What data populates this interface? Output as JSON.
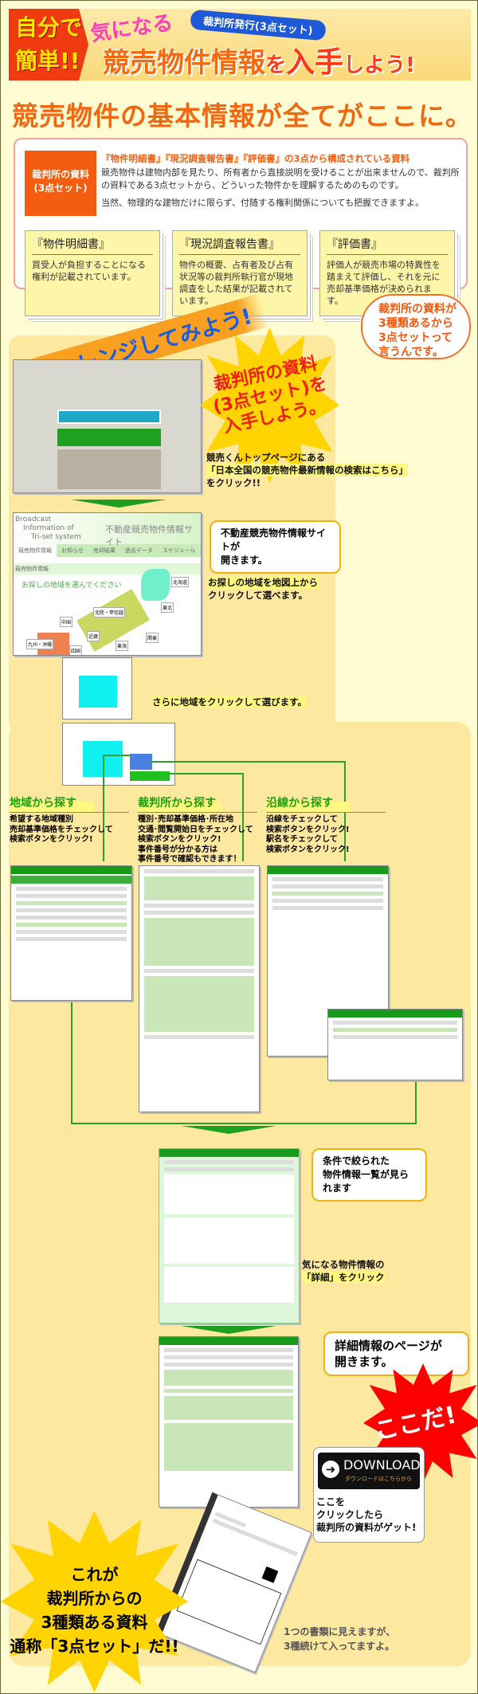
{
  "header": {
    "left_badge": [
      "自分で",
      "簡単!!"
    ],
    "kini": "気になる",
    "ribbon": "裁判所発行(3点セット)",
    "title_main": "競売物件情報",
    "title_wo": "を",
    "title_nyushu": "入手",
    "title_end": "しよう!"
  },
  "headline": "競売物件の基本情報が全てがここに。",
  "info": {
    "label": [
      "裁判所の資料",
      "(3点セット)"
    ],
    "heading": "『物件明細書』『現況調査報告書』『評価書』の3点から構成されている資料",
    "paragraphs": [
      "競売物件は建物内部を見たり、所有者から直接説明を受けることが出来ませんので、裁判所の資料である3点セットから、どういった物件かを理解するためのものです。",
      "当然、物理的な建物だけに限らず、付随する権利関係についても把握できますよ。"
    ],
    "cards": [
      {
        "title": "『物件明細書』",
        "text": "買受人が負担することになる権利が記載されています。"
      },
      {
        "title": "『現況調査報告書』",
        "text": "物件の概要、占有者及び占有状況等の裁判所執行官が現地調査をした結果が記載されています。"
      },
      {
        "title": "『評価書』",
        "text": "評価人が競売市場の特異性を踏まえて評価し、それを元に売却基準価格が決められます。"
      }
    ],
    "cloud": [
      "裁判所の資料が",
      "3種類あるから",
      "3点セットって",
      "言うんです。"
    ]
  },
  "challenge": {
    "title": "チャレンジしてみよう!",
    "burst": [
      "裁判所の資料",
      "(3点セット)を",
      "入手しよう。"
    ],
    "step1": [
      "競売くんトップページにある",
      "「日本全国の競売物件最新情報の検索はこちら」",
      "をクリック!!"
    ],
    "site_logo": [
      "Broadcast",
      "Information of",
      "Tri-set system"
    ],
    "site_title": "不動産競売物件情報サイト",
    "site_tabs": [
      "競売物件情報",
      "お知らせ",
      "売却結果",
      "過去データ",
      "スケジュール"
    ],
    "site_breadcrumb": "競売物件情報",
    "site_prompt": "お探しの地域を選んでください",
    "regions": [
      "北海道",
      "東北",
      "北陸・甲信越",
      "中国",
      "近畿",
      "関東",
      "九州・沖縄",
      "四国",
      "東海"
    ],
    "bubble1": [
      "不動産競売物件情報サイトが",
      "開きます。"
    ],
    "step2": [
      "お探しの地域を地図上から",
      "クリックして選べます。"
    ],
    "step3": "さらに地域をクリックして選びます。"
  },
  "columns": [
    {
      "title": "地域から探す",
      "text": [
        "希望する地域種別",
        "売却基準価格をチェックして",
        "検索ボタンをクリック!"
      ]
    },
    {
      "title": "裁判所から探す",
      "text": [
        "種別･売却基準価格･所在地",
        "交通･閲覧開始日をチェックして",
        "検索ボタンをクリック!",
        "事件番号が分かる方は",
        "事件番号で確認もできます！"
      ]
    },
    {
      "title": "沿線から探す",
      "text": [
        "沿線をチェックして",
        "検索ボタンをクリック!",
        "駅名をチェックして",
        "検索ボタンをクリック!"
      ]
    }
  ],
  "results": {
    "bubble": [
      "条件で絞られた",
      "物件情報一覧が見られます"
    ],
    "click": [
      "気になる物件情報の",
      "「詳細」をクリック"
    ]
  },
  "detail": {
    "bubble": [
      "詳細情報のページが",
      "開きます。"
    ],
    "koko": "ここだ!",
    "download_label": "DOWNLOAD",
    "download_sub": "ダウンロードはこちらから",
    "download_note": [
      "ここを",
      "クリックしたら",
      "裁判所の資料がゲット!"
    ]
  },
  "final": {
    "burst": [
      "これが",
      "裁判所からの",
      "3種類ある資料",
      "通称「3点セット」だ!!"
    ],
    "note": [
      "1つの書類に見えますが、",
      "3種続けて入ってますよ。"
    ]
  },
  "colors": {
    "orange": "#f06812",
    "green": "#1ea01e",
    "blue": "#1a5ce0",
    "red": "#f02010",
    "yellow": "#ffd400"
  }
}
